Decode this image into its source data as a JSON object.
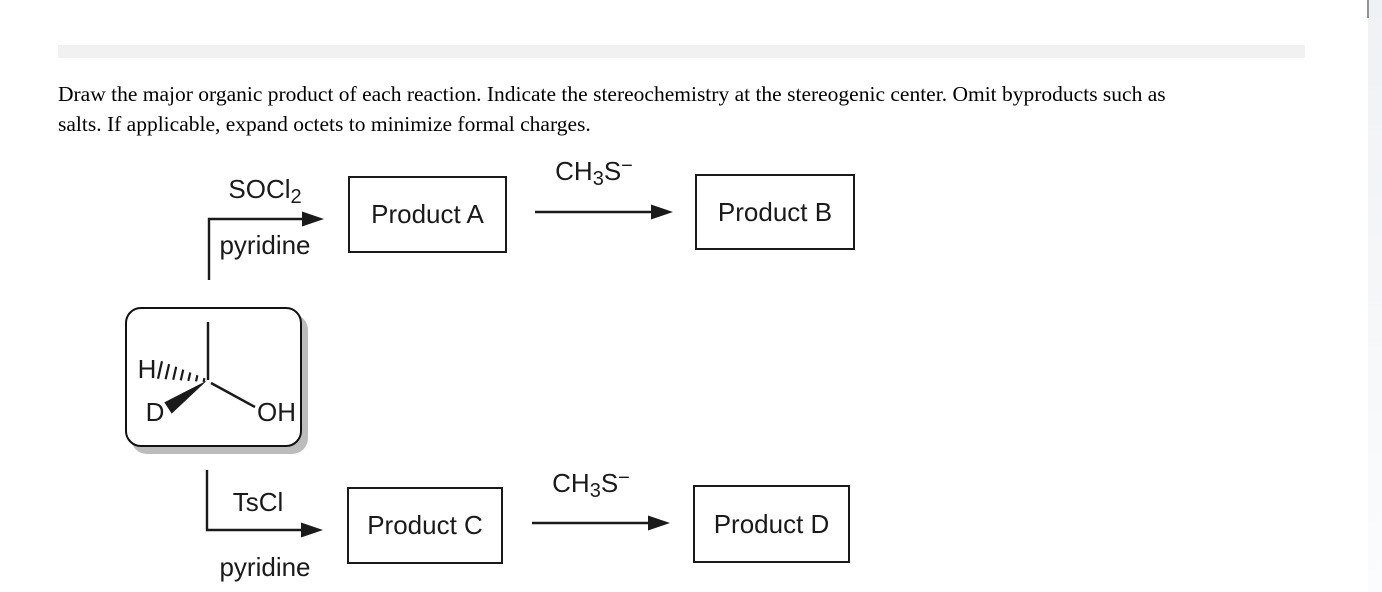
{
  "instructions": {
    "line1": "Draw the major organic product of each reaction. Indicate the stereochemistry at the stereogenic center. Omit byproducts such as",
    "line2": "salts. If applicable, expand octets to minimize formal charges."
  },
  "molecule": {
    "h_label": "H",
    "d_label": "D",
    "oh_label": "OH"
  },
  "nucleophile": {
    "p1": "CH",
    "sub": "3",
    "p2": "S",
    "sup": "−"
  },
  "reactions": [
    {
      "reagent_main": "SOCl",
      "reagent_sub": "2",
      "solvent": "pyridine",
      "intermediate": "Product A",
      "final": "Product B"
    },
    {
      "reagent_main": "TsCl",
      "solvent": "pyridine",
      "intermediate": "Product C",
      "final": "Product D"
    }
  ],
  "colors": {
    "ink": "#1a1a1a",
    "topbar": "#f1f1f1",
    "page_edge": "#f5f7f9",
    "box_shadow": "#bcbcbc"
  }
}
